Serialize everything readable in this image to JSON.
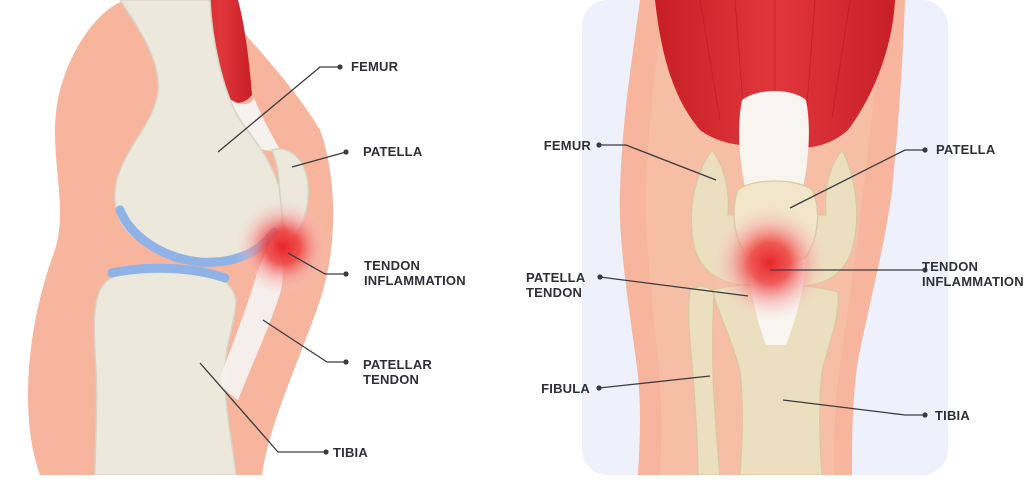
{
  "colors": {
    "skin": "#f6b59c",
    "skin_light": "#fbd3c2",
    "bone": "#ece8dc",
    "bone_front": "#ecdfbf",
    "cartilage": "#8fb3e6",
    "muscle": "#d9262d",
    "tendon": "#f5f1ee",
    "inflammation": "#e8252b",
    "background_panel": "#eef0fb",
    "label_text": "#2f3036",
    "leader_line": "#3a3b40"
  },
  "side_view": {
    "femur": "FEMUR",
    "patella": "PATELLA",
    "tendon_inflammation_1": "TENDON",
    "tendon_inflammation_2": "INFLAMMATION",
    "patellar_tendon_1": "PATELLAR",
    "patellar_tendon_2": "TENDON",
    "tibia": "TIBIA"
  },
  "front_view": {
    "femur": "FEMUR",
    "patella": "PATELLA",
    "patella_tendon_1": "PATELLA",
    "patella_tendon_2": "TENDON",
    "tendon_inflammation_1": "TENDON",
    "tendon_inflammation_2": "INFLAMMATION",
    "fibula": "FIBULA",
    "tibia": "TIBIA"
  }
}
